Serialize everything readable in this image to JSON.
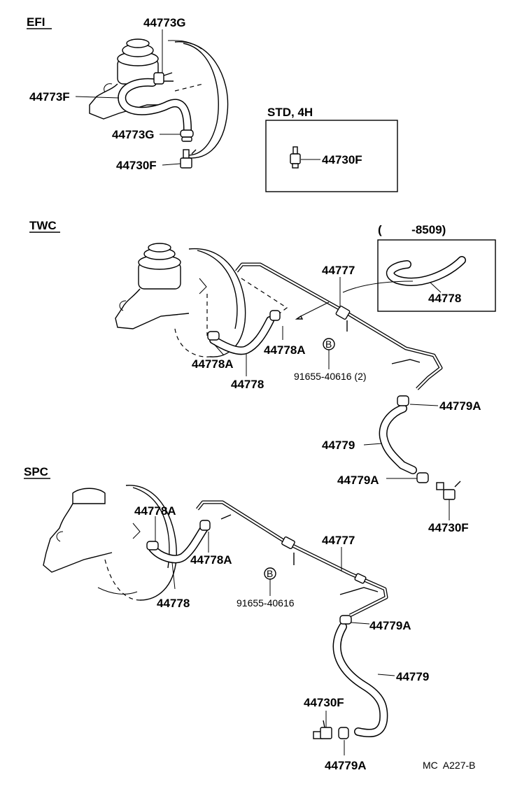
{
  "sections": {
    "efi": "EFI",
    "twc": "TWC",
    "spc": "SPC"
  },
  "std_box": {
    "title": "STD, 4H",
    "part": "44730F"
  },
  "range_box": {
    "title": "(         -8509)",
    "part": "44778"
  },
  "efi_labels": {
    "clip_top": "44773G",
    "hose": "44773F",
    "clip_bottom": "44773G",
    "valve": "44730F"
  },
  "twc_labels": {
    "pipe": "44777",
    "clip_right": "44778A",
    "clip_left": "44778A",
    "hose": "44778",
    "bolt_badge": "B",
    "bolt": "91655-40616 (2)",
    "clip_upper": "44779A",
    "hose_lower": "44779",
    "clip_lower": "44779A",
    "valve": "44730F"
  },
  "spc_labels": {
    "clip_left": "44778A",
    "pipe": "44777",
    "clip_right": "44778A",
    "hose": "44778",
    "bolt_badge": "B",
    "bolt": "91655-40616",
    "clip_upper": "44779A",
    "hose_lower": "44779",
    "valve": "44730F",
    "clip_lower": "44779A"
  },
  "footer": {
    "code": "MC  A227-B"
  }
}
